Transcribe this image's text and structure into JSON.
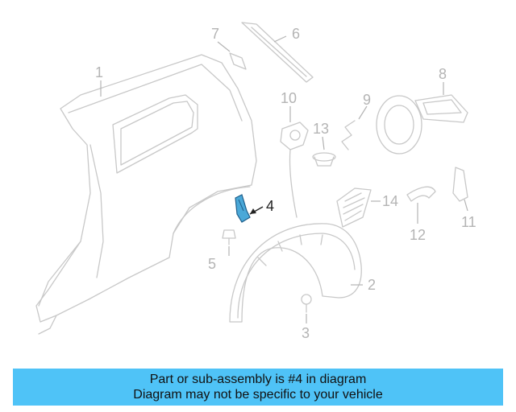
{
  "diagram": {
    "callouts": {
      "c1": "1",
      "c2": "2",
      "c3": "3",
      "c4": "4",
      "c5": "5",
      "c6": "6",
      "c7": "7",
      "c8": "8",
      "c9": "9",
      "c10": "10",
      "c11": "11",
      "c12": "12",
      "c13": "13",
      "c14": "14"
    },
    "highlighted_part": "4",
    "colors": {
      "line_art": "#c8c8c8",
      "highlight": "#4aa8d8",
      "banner": "#4fc3f7"
    }
  },
  "banner": {
    "line1": "Part or sub-assembly is #4 in diagram",
    "line2": "Diagram may not be specific to your vehicle"
  }
}
